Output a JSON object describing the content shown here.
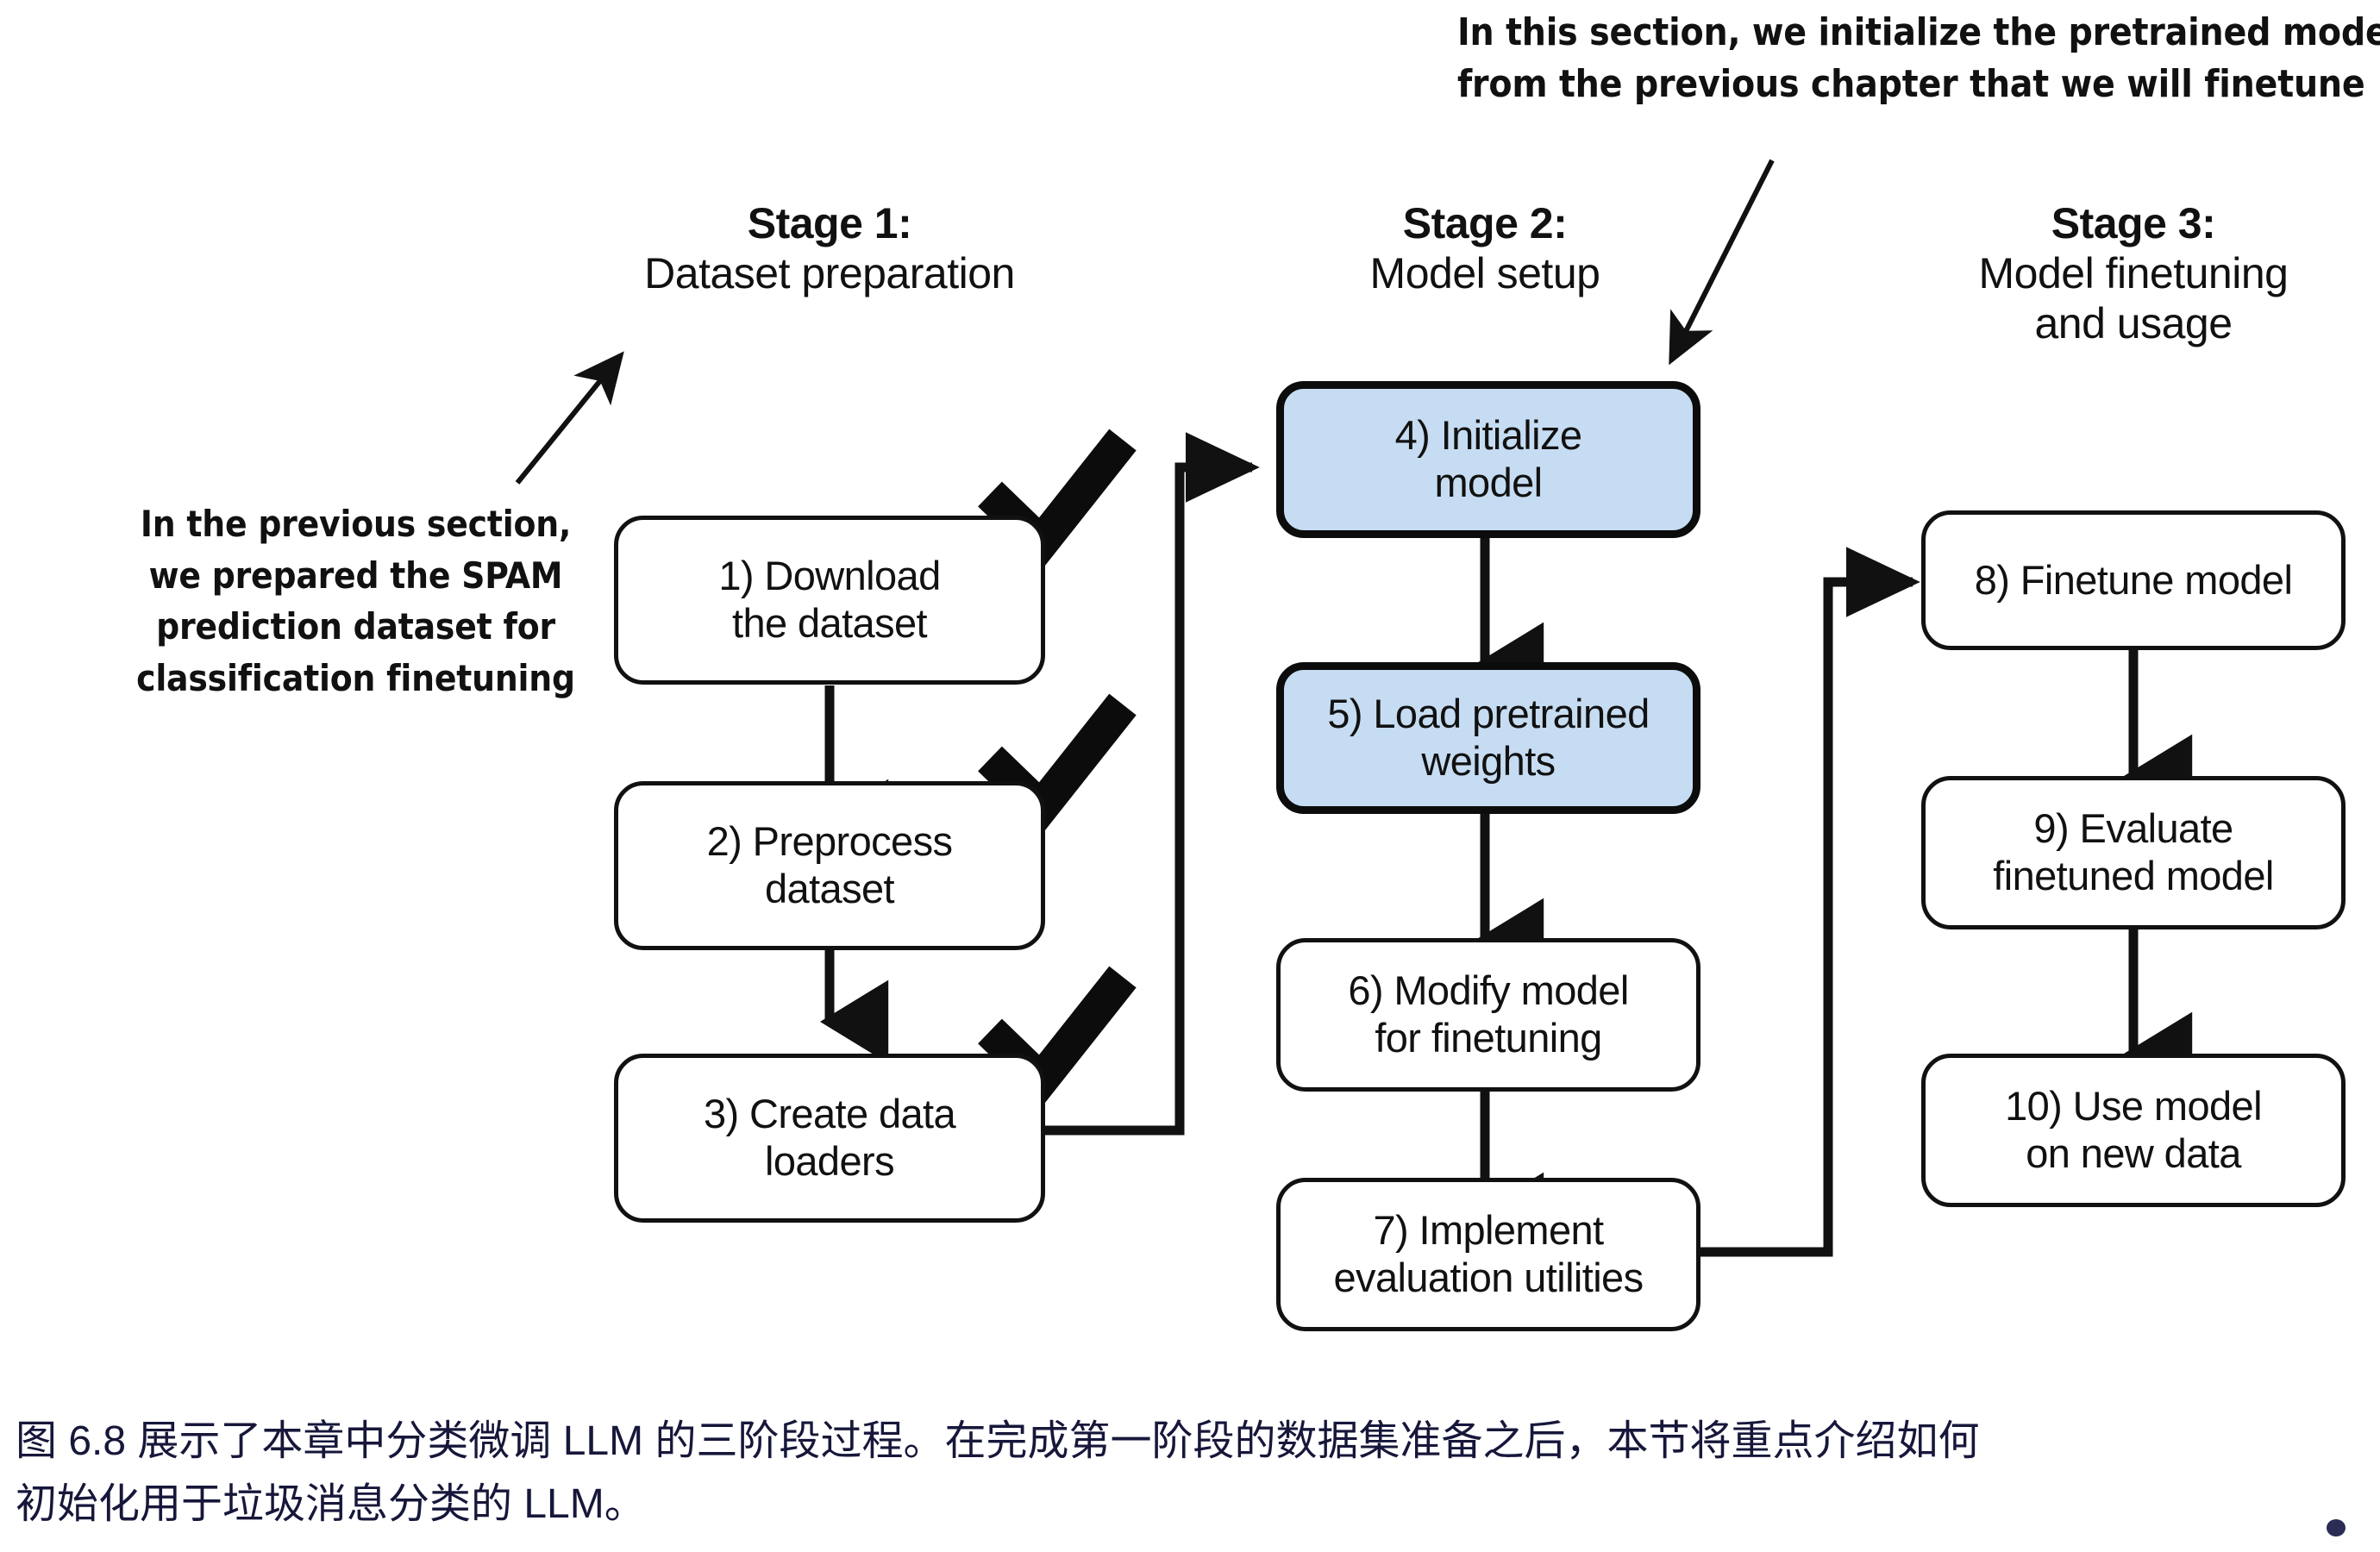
{
  "figure": {
    "stages": [
      {
        "id": "stage-1",
        "title": "Stage 1:",
        "subtitle": "Dataset preparation",
        "steps": [
          {
            "number": "1)",
            "line1": "1) Download",
            "line2": "the dataset",
            "checked": true,
            "highlighted": false
          },
          {
            "number": "2)",
            "line1": "2) Preprocess",
            "line2": "dataset",
            "checked": true,
            "highlighted": false
          },
          {
            "number": "3)",
            "line1": "3) Create data",
            "line2": "loaders",
            "checked": true,
            "highlighted": false
          }
        ]
      },
      {
        "id": "stage-2",
        "title": "Stage 2:",
        "subtitle": "Model setup",
        "steps": [
          {
            "number": "4)",
            "line1": "4) Initialize",
            "line2": "model",
            "checked": false,
            "highlighted": true
          },
          {
            "number": "5)",
            "line1": "5) Load pretrained",
            "line2": "weights",
            "checked": false,
            "highlighted": true
          },
          {
            "number": "6)",
            "line1": "6) Modify model",
            "line2": "for finetuning",
            "checked": false,
            "highlighted": false
          },
          {
            "number": "7)",
            "line1": "7) Implement",
            "line2": "evaluation utilities",
            "checked": false,
            "highlighted": false
          }
        ]
      },
      {
        "id": "stage-3",
        "title": "Stage 3:",
        "subtitle_line1": "Model finetuning",
        "subtitle_line2": "and usage",
        "steps": [
          {
            "number": "8)",
            "line1": "8) Finetune model",
            "line2": "",
            "checked": false,
            "highlighted": false
          },
          {
            "number": "9)",
            "line1": "9) Evaluate",
            "line2": "finetuned model",
            "checked": false,
            "highlighted": false
          },
          {
            "number": "10)",
            "line1": "10) Use model",
            "line2": "on new data",
            "checked": false,
            "highlighted": false
          }
        ]
      }
    ],
    "annotations": {
      "left": {
        "line1": "In the previous section,",
        "line2": "we prepared the SPAM",
        "line3": "prediction dataset for",
        "line4": "classification finetuning"
      },
      "top_right": {
        "line1": "In this section, we initialize the pretrained model",
        "line2": "from the previous chapter that we will finetune"
      }
    },
    "colors": {
      "highlight_fill": "#c6dcf2",
      "stroke": "#111111",
      "caption_text": "#16173a",
      "background": "#ffffff"
    }
  },
  "caption": {
    "line1": "图 6.8 展示了本章中分类微调 LLM 的三阶段过程。在完成第一阶段的数据集准备之后，本节将重点介绍如何",
    "line2": "初始化用于垃圾消息分类的 LLM。"
  }
}
